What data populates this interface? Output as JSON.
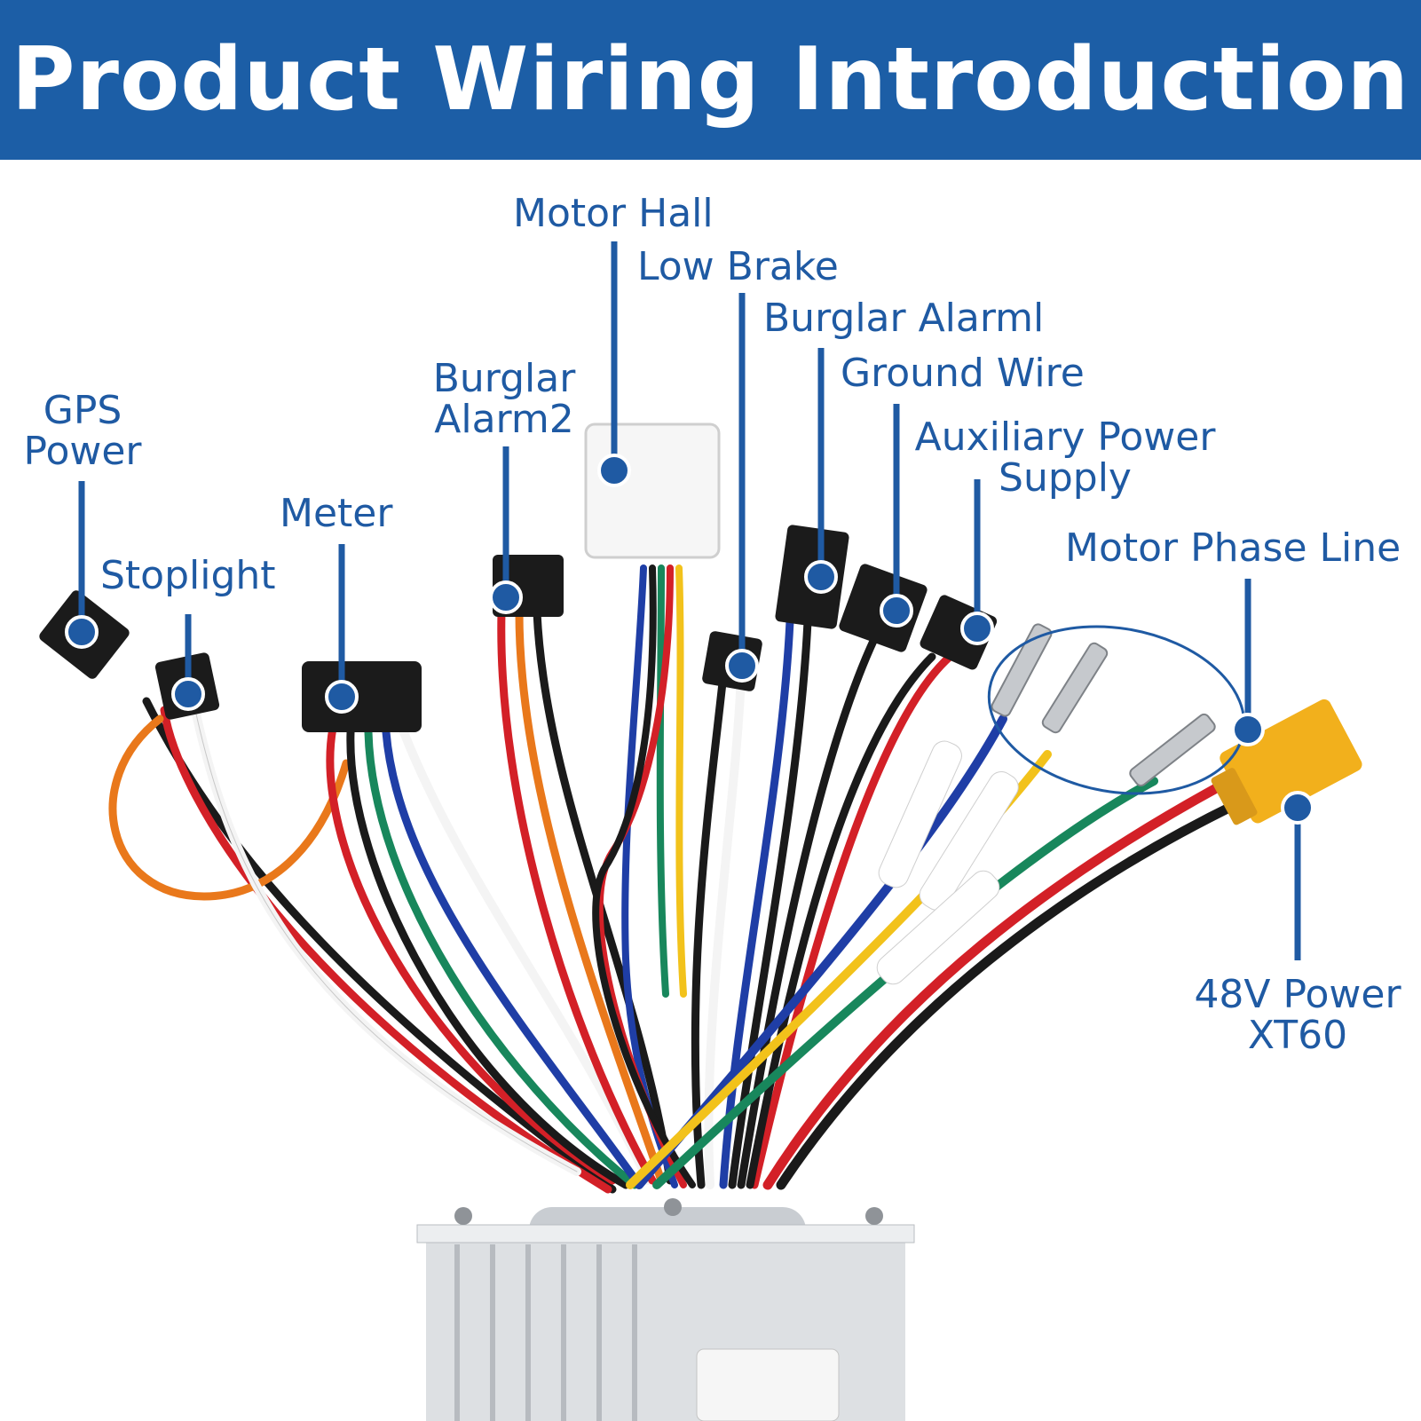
{
  "header": {
    "title": "Product Wiring Introduction"
  },
  "colors": {
    "banner": "#1c5ea6",
    "label": "#1f5aa3",
    "wire_red": "#d32027",
    "wire_black": "#1a1a1a",
    "wire_white": "#f4f4f4",
    "wire_green": "#18875c",
    "wire_blue": "#1f3ea6",
    "wire_yellow": "#f2c21b",
    "wire_orange": "#e9781b",
    "xt60": "#f2b01c",
    "housing": "#d9dcdf"
  },
  "labels": {
    "gps_power": "GPS\nPower",
    "stoplight": "Stoplight",
    "meter": "Meter",
    "burglar_alarm2": "Burglar\nAlarm2",
    "motor_hall": "Motor Hall",
    "low_brake": "Low Brake",
    "burglar_alarm1": "Burglar Alarml",
    "ground_wire": "Ground Wire",
    "auxiliary_power": "Auxiliary Power\nSupply",
    "motor_phase_line": "Motor Phase Line",
    "power_48v": "48V Power\nXT60"
  }
}
